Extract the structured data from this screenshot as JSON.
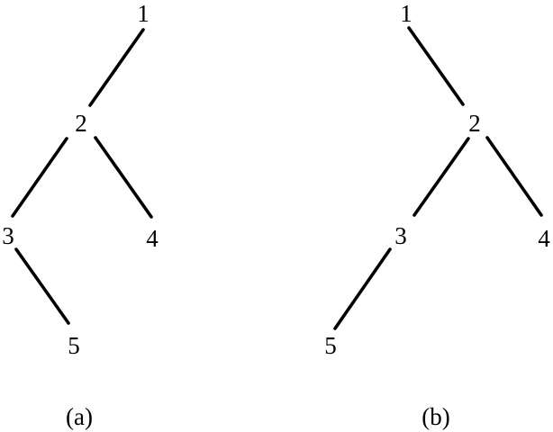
{
  "trees": [
    {
      "caption": "(a)",
      "nodes": [
        "1",
        "2",
        "3",
        "4",
        "5"
      ],
      "edges": [
        [
          "1",
          "2"
        ],
        [
          "2",
          "3"
        ],
        [
          "2",
          "4"
        ],
        [
          "3",
          "5"
        ]
      ]
    },
    {
      "caption": "(b)",
      "nodes": [
        "1",
        "2",
        "3",
        "4",
        "5"
      ],
      "edges": [
        [
          "1",
          "2"
        ],
        [
          "2",
          "3"
        ],
        [
          "2",
          "4"
        ],
        [
          "3",
          "5"
        ]
      ]
    }
  ],
  "colors": {
    "ink": "#000000",
    "background": "#ffffff"
  }
}
